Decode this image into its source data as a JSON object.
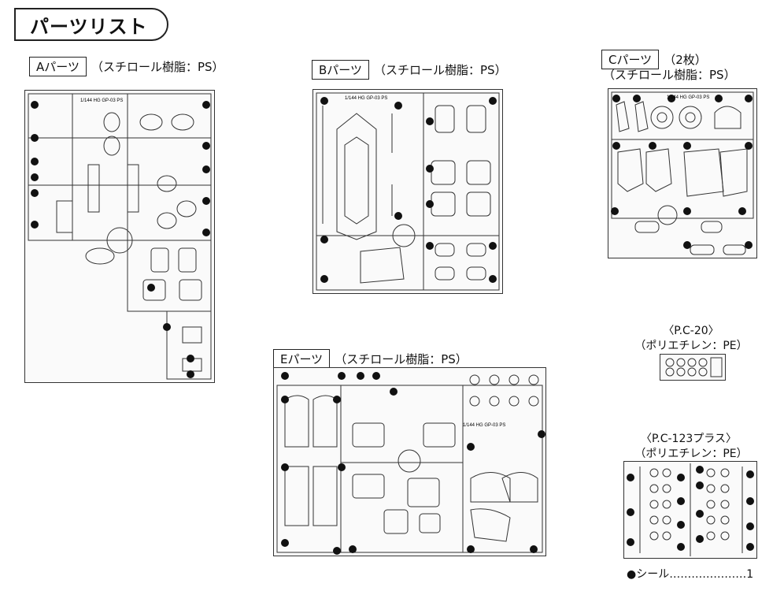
{
  "title": "パーツリスト",
  "runners": {
    "A": {
      "tag": "Aパーツ",
      "material": "（スチロール樹脂：PS）"
    },
    "B": {
      "tag": "Bパーツ",
      "material": "（スチロール樹脂：PS）"
    },
    "C": {
      "tag": "Cパーツ",
      "count": "（2枚）",
      "material": "（スチロール樹脂：PS）"
    },
    "E": {
      "tag": "Eパーツ",
      "material": "（スチロール樹脂：PS）"
    }
  },
  "pc20": {
    "name": "〈P.C-20〉",
    "material": "（ポリエチレン：PE）"
  },
  "pc123": {
    "name": "〈P.C-123プラス〉",
    "material": "（ポリエチレン：PE）"
  },
  "seal": "●シール…………………1",
  "sprue_labels": {
    "A": "1/144 HG GP-03 PS",
    "B": "1/144 HG GP-03 PS",
    "C": "1/144 HG GP-03 PS",
    "E": "1/144 HG GP-03 PS"
  }
}
